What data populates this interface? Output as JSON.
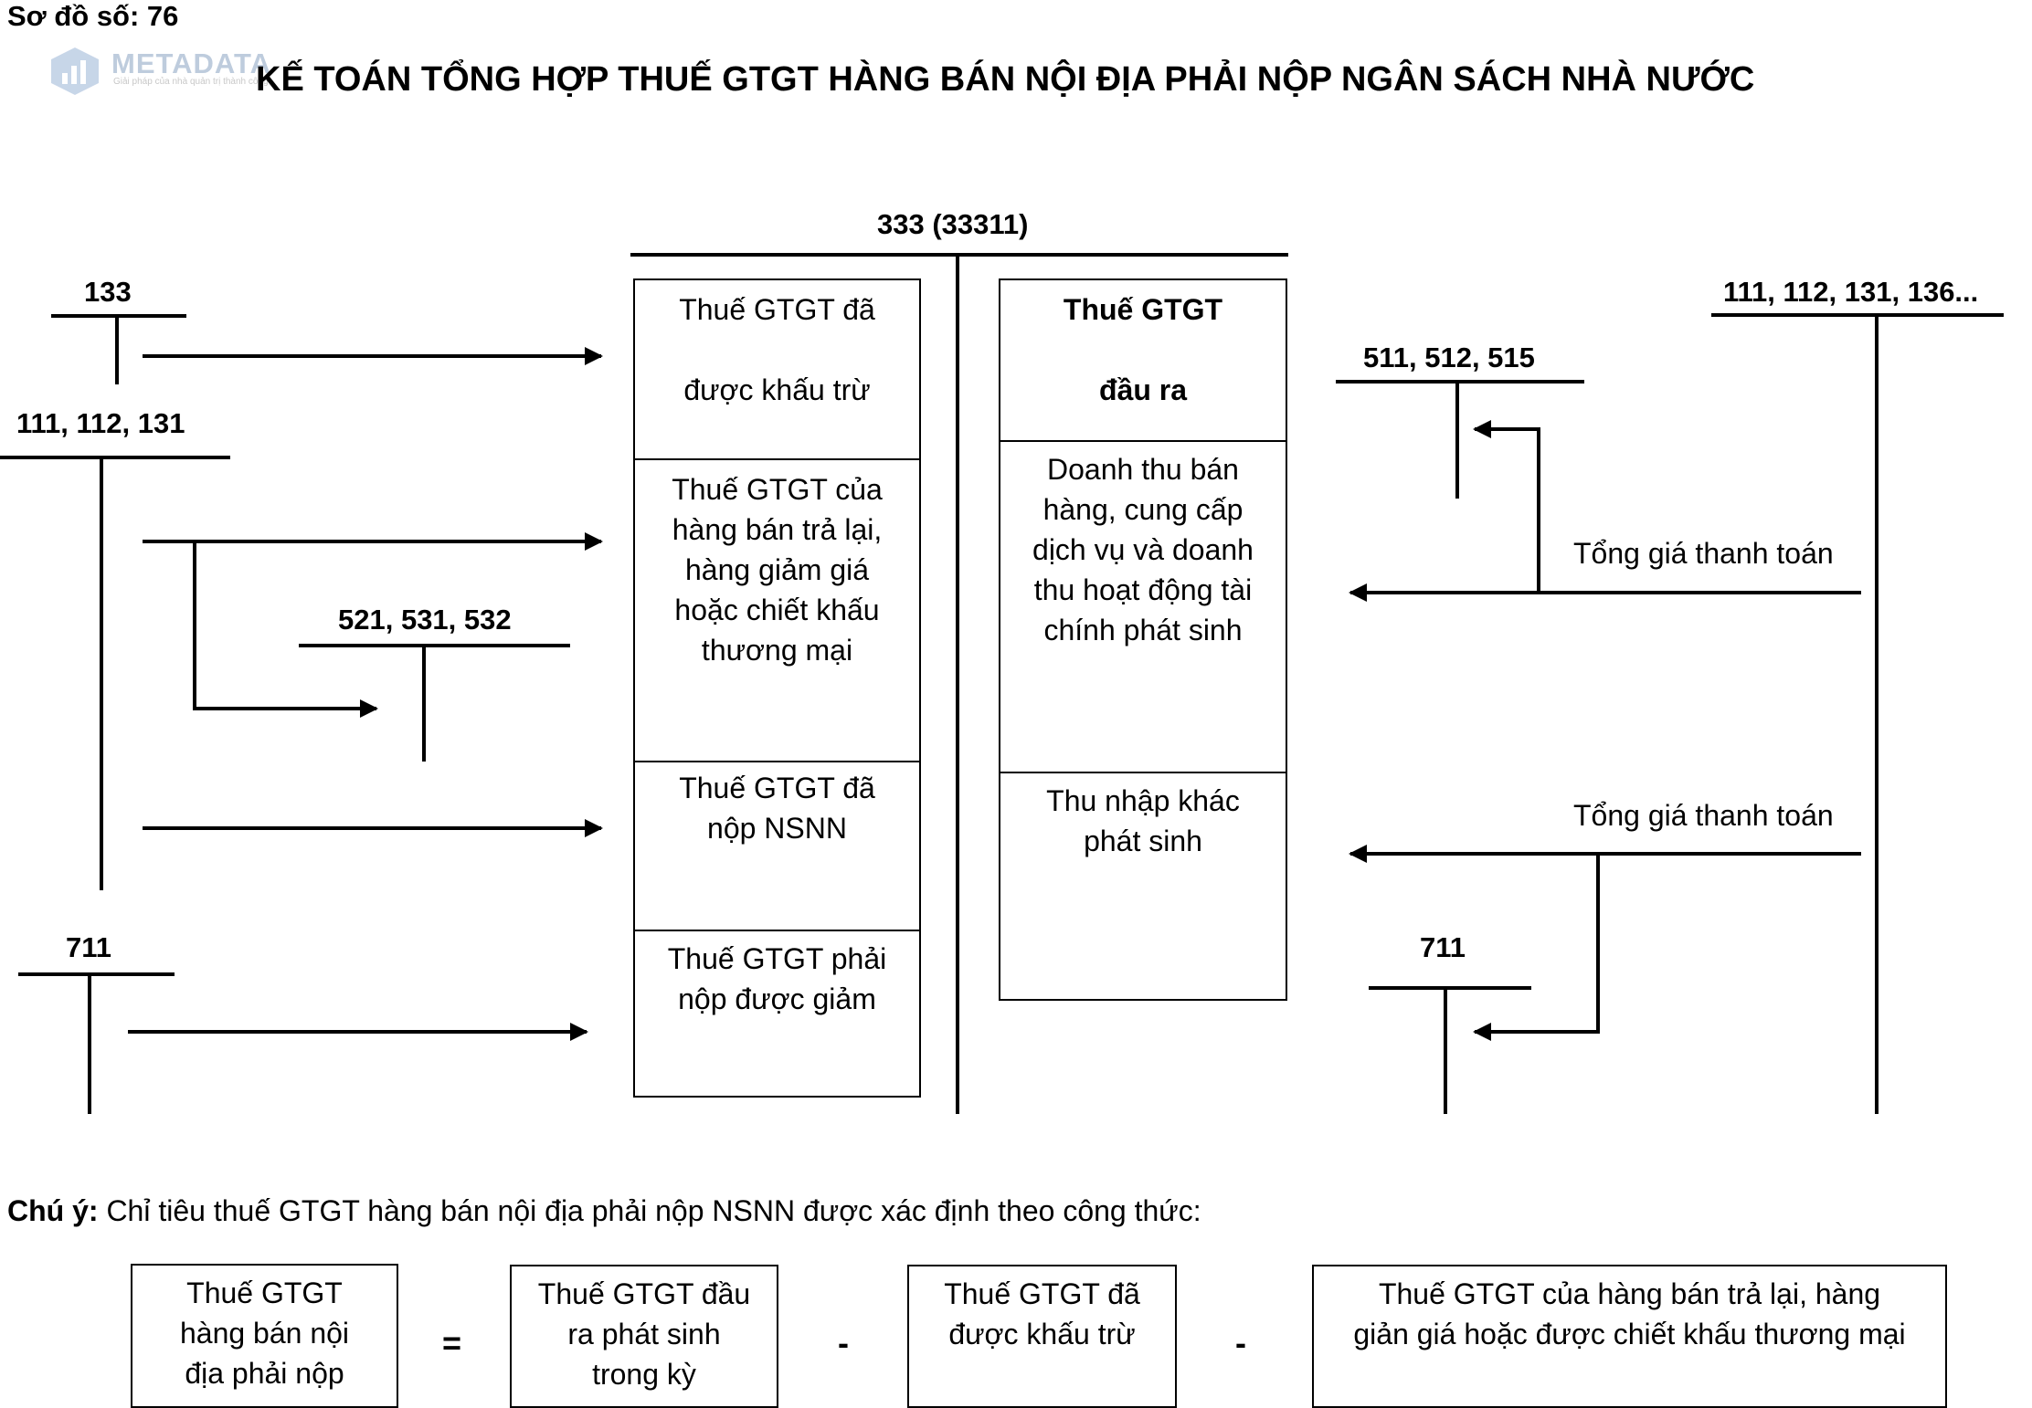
{
  "header": {
    "diagram_number": "Sơ đồ số: 76",
    "title": "KẾ TOÁN TỔNG HỢP THUẾ GTGT HÀNG BÁN NỘI ĐỊA PHẢI NỘP NGÂN SÁCH NHÀ NƯỚC"
  },
  "watermark": {
    "brand": "METADATA",
    "tagline": "Giải pháp của nhà quản trị thành công"
  },
  "center_account": {
    "code": "333 (33311)",
    "debit_entries": [
      "Thuế GTGT đã\n\nđược khấu trừ",
      "Thuế GTGT của\nhàng bán trả lại,\nhàng giảm giá\nhoặc chiết khấu\nthương mại",
      "Thuế GTGT đã\nnộp NSNN",
      "Thuế GTGT phải\nnộp được giảm"
    ],
    "credit_header": "Thuế GTGT\n\nđầu ra",
    "credit_entries": [
      "Doanh thu bán\nhàng, cung cấp\ndịch vụ và doanh\nthu hoạt động tài\nchính phát sinh",
      "Thu nhập khác\nphát sinh"
    ]
  },
  "left_accounts": {
    "acc_133": "133",
    "acc_111_112_131": "111, 112, 131",
    "acc_521_531_532": "521, 531, 532",
    "acc_711": "711"
  },
  "right_accounts": {
    "acc_111_112_131_136": "111, 112, 131, 136...",
    "acc_511_512_515": "511, 512, 515",
    "acc_711": "711",
    "total_payment_1": "Tổng giá thanh toán",
    "total_payment_2": "Tổng giá thanh toán"
  },
  "note": {
    "label": "Chú ý:",
    "text": " Chỉ tiêu thuế GTGT hàng bán nội địa phải nộp NSNN được xác định theo công thức:"
  },
  "formula": {
    "result": "Thuế GTGT\nhàng bán nội\nđịa phải nộp",
    "equals": "=",
    "term1": "Thuế GTGT đầu\nra phát sinh\ntrong kỳ",
    "minus1": "-",
    "term2": "Thuế GTGT đã\nđược khấu trừ",
    "minus2": "-",
    "term3": "Thuế GTGT của hàng bán trả lại, hàng\ngiản giá hoặc được chiết khấu thương mại"
  }
}
